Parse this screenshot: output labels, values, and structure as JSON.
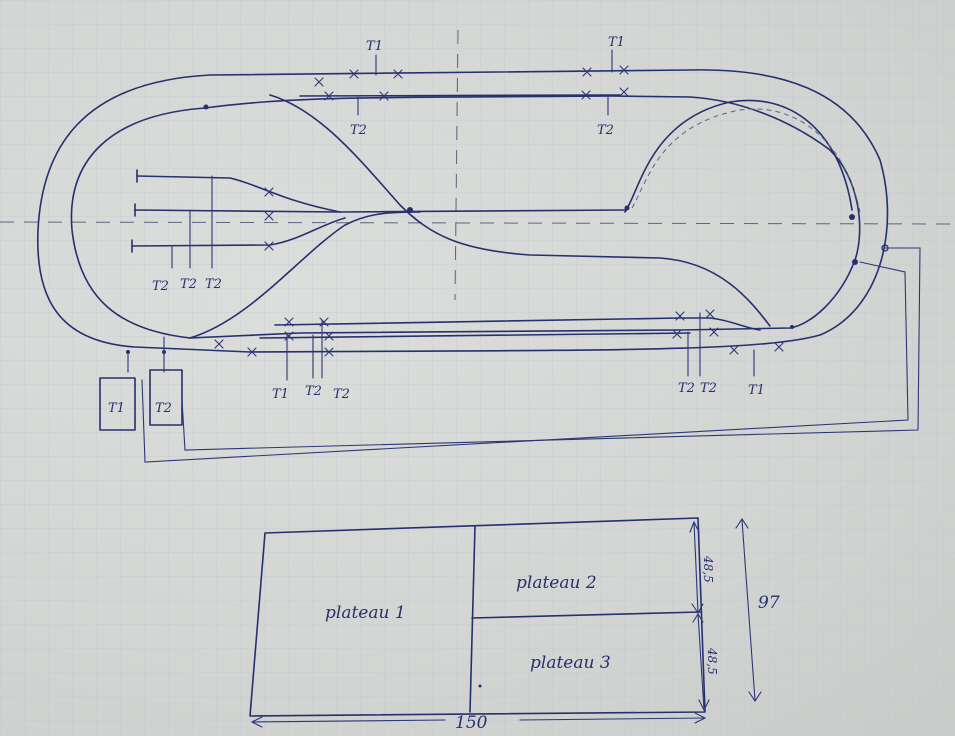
{
  "labels": {
    "t1": "T1",
    "t2": "T2",
    "plateau1": "plateau 1",
    "plateau2": "plateau 2",
    "plateau3": "plateau 3",
    "dim_total_width": "150",
    "dim_total_height": "97",
    "dim_half_upper": "48,5",
    "dim_half_lower": "48,5"
  },
  "colors": {
    "ink": "#27306e",
    "paper": "#d4d6d4",
    "grid": "#b9c3cc"
  }
}
